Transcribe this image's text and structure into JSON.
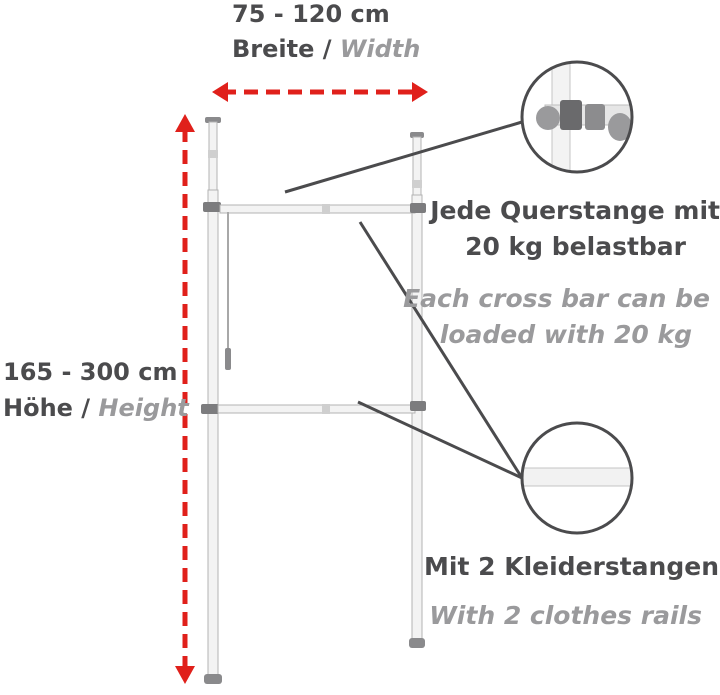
{
  "width_dim": {
    "value": "75 - 120 cm",
    "label_de": "Breite",
    "sep": " / ",
    "label_en": "Width"
  },
  "height_dim": {
    "value": "165 - 300 cm",
    "label_de": "Höhe",
    "sep": " / ",
    "label_en": "Height"
  },
  "crossbar_note": {
    "de_line1": "Jede Querstange mit",
    "de_line2": "20 kg belastbar",
    "en_line1": "Each cross bar can be",
    "en_line2": "loaded with 20 kg"
  },
  "rails_note": {
    "de": "Mit 2 Kleiderstangen",
    "en": "With 2 clothes rails"
  },
  "colors": {
    "arrow": "#e0201b",
    "text": "#4b4b4d",
    "italic": "#9a9a9c",
    "pole": "#f1f1f1",
    "pole_edge": "#b3b3b3",
    "connector": "#7c7c7e"
  }
}
